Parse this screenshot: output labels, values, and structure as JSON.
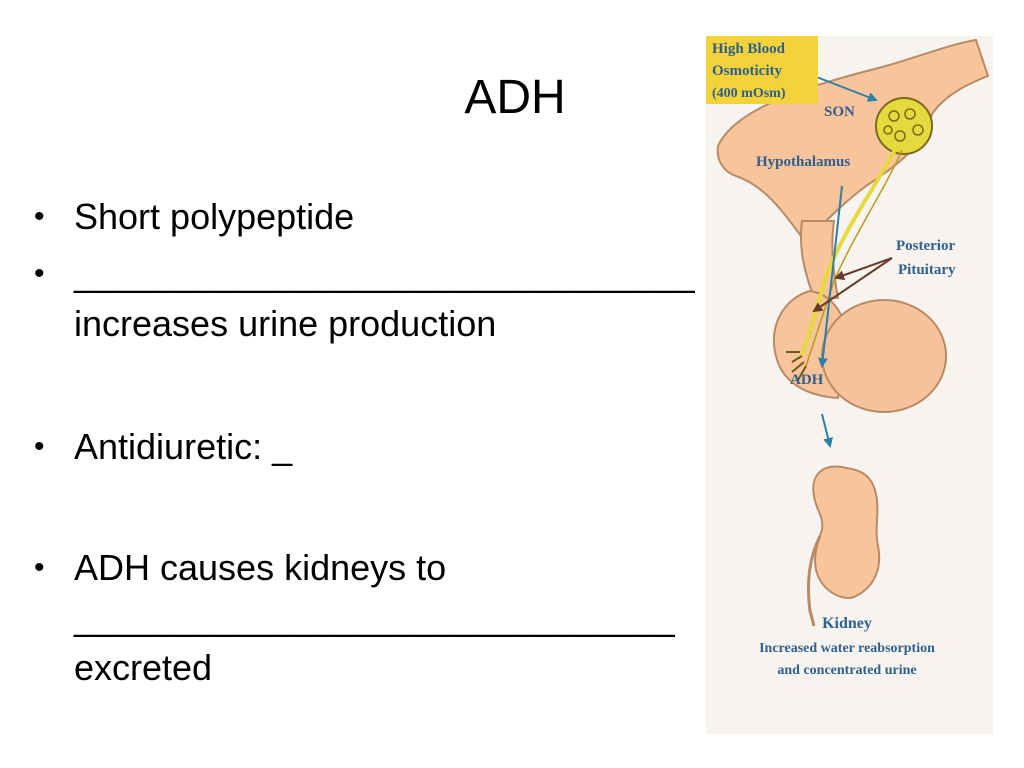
{
  "slide": {
    "title": "ADH",
    "bullets": [
      {
        "lines": [
          "Short polypeptide"
        ]
      },
      {
        "lines": [
          "_______________________________",
          "increases urine production"
        ]
      },
      {
        "lines": [
          "Antidiuretic:  _"
        ]
      },
      {
        "lines": [
          "ADH causes kidneys to",
          "______________________________",
          "excreted"
        ]
      }
    ],
    "bullet_glyph": "•"
  },
  "figure": {
    "callout": [
      "High Blood",
      "Osmoticity",
      "(400 mOsm)"
    ],
    "labels": {
      "son": "SON",
      "hypothalamus": "Hypothalamus",
      "posterior_pituitary": [
        "Posterior",
        "Pituitary"
      ],
      "adh": "ADH",
      "kidney": "Kidney",
      "kidney_caption": [
        "Increased water reabsorption",
        "and concentrated urine"
      ]
    },
    "colors": {
      "tissue": "#f8c49b",
      "tissue_outline": "#b98a66",
      "callout_bg": "#f4d23a",
      "label_blue": "#2f5f8f",
      "arrow_blue": "#2e7fa6",
      "neuron_yellow": "#e6d93e"
    }
  }
}
